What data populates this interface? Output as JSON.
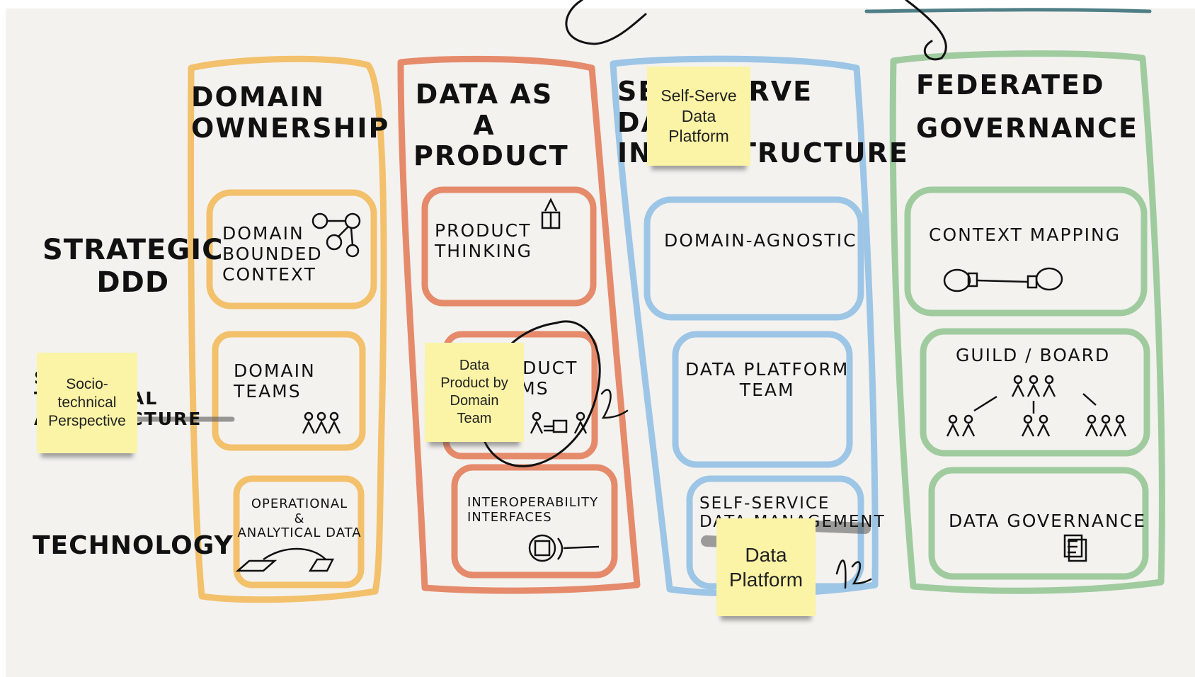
{
  "columns": [
    {
      "id": "domain-ownership",
      "title": "DOMAIN\nOWNERSHIP",
      "color": "#f3c06b",
      "cards": [
        {
          "label": "DOMAIN\nBOUNDED\nCONTEXT",
          "icon": "bounded-context-icon"
        },
        {
          "label": "DOMAIN\nTEAMS",
          "icon": "team-people-icon"
        },
        {
          "label": "OPERATIONAL\n&\nANALYTICAL DATA",
          "icon": "data-flow-icon"
        }
      ]
    },
    {
      "id": "data-as-a-product",
      "title": "DATA AS\nA\nPRODUCT",
      "color": "#e58a6a",
      "cards": [
        {
          "label": "PRODUCT\nTHINKING",
          "icon": "gift-icon"
        },
        {
          "label": "PRODUCT\nTEAMS",
          "icon": "product-team-icon"
        },
        {
          "label": "INTEROPERABILITY\nINTERFACES",
          "icon": "interface-icon"
        }
      ]
    },
    {
      "id": "self-serve-infrastructure",
      "title": "SELF-SERVE\nDATA\nINFRASTRUCTURE",
      "color": "#9cc5e6",
      "cards": [
        {
          "label": "DOMAIN-AGNOSTIC",
          "icon": ""
        },
        {
          "label": "DATA PLATFORM\nTEAM",
          "icon": ""
        },
        {
          "label": "SELF-SERVICE\nDATA MANAGEMENT",
          "icon": ""
        }
      ]
    },
    {
      "id": "federated-governance",
      "title": "FEDERATED\nGOVERNANCE",
      "color": "#9fcb9f",
      "cards": [
        {
          "label": "CONTEXT MAPPING",
          "icon": "context-map-icon"
        },
        {
          "label": "GUILD / BOARD",
          "icon": "org-chart-icon"
        },
        {
          "label": "DATA GOVERNANCE",
          "icon": "document-icon"
        }
      ]
    }
  ],
  "rows": {
    "strategic": "STRATEGIC\nDDD",
    "socio": "SOCIO-\nTECHNICAL\nARCHITECTURE",
    "technology": "TECHNOLOGY"
  },
  "stickies": {
    "socio": "Socio-\ntechnical\nPerspective",
    "data_product": "Data\nProduct by\nDomain\nTeam",
    "self_serve": "Self-Serve\nData\nPlatform",
    "data_platform": "Data\nPlatform"
  },
  "colors": {
    "sticky": "#fbf4a6",
    "ink": "#111111",
    "teal_line": "#4f7f86"
  }
}
